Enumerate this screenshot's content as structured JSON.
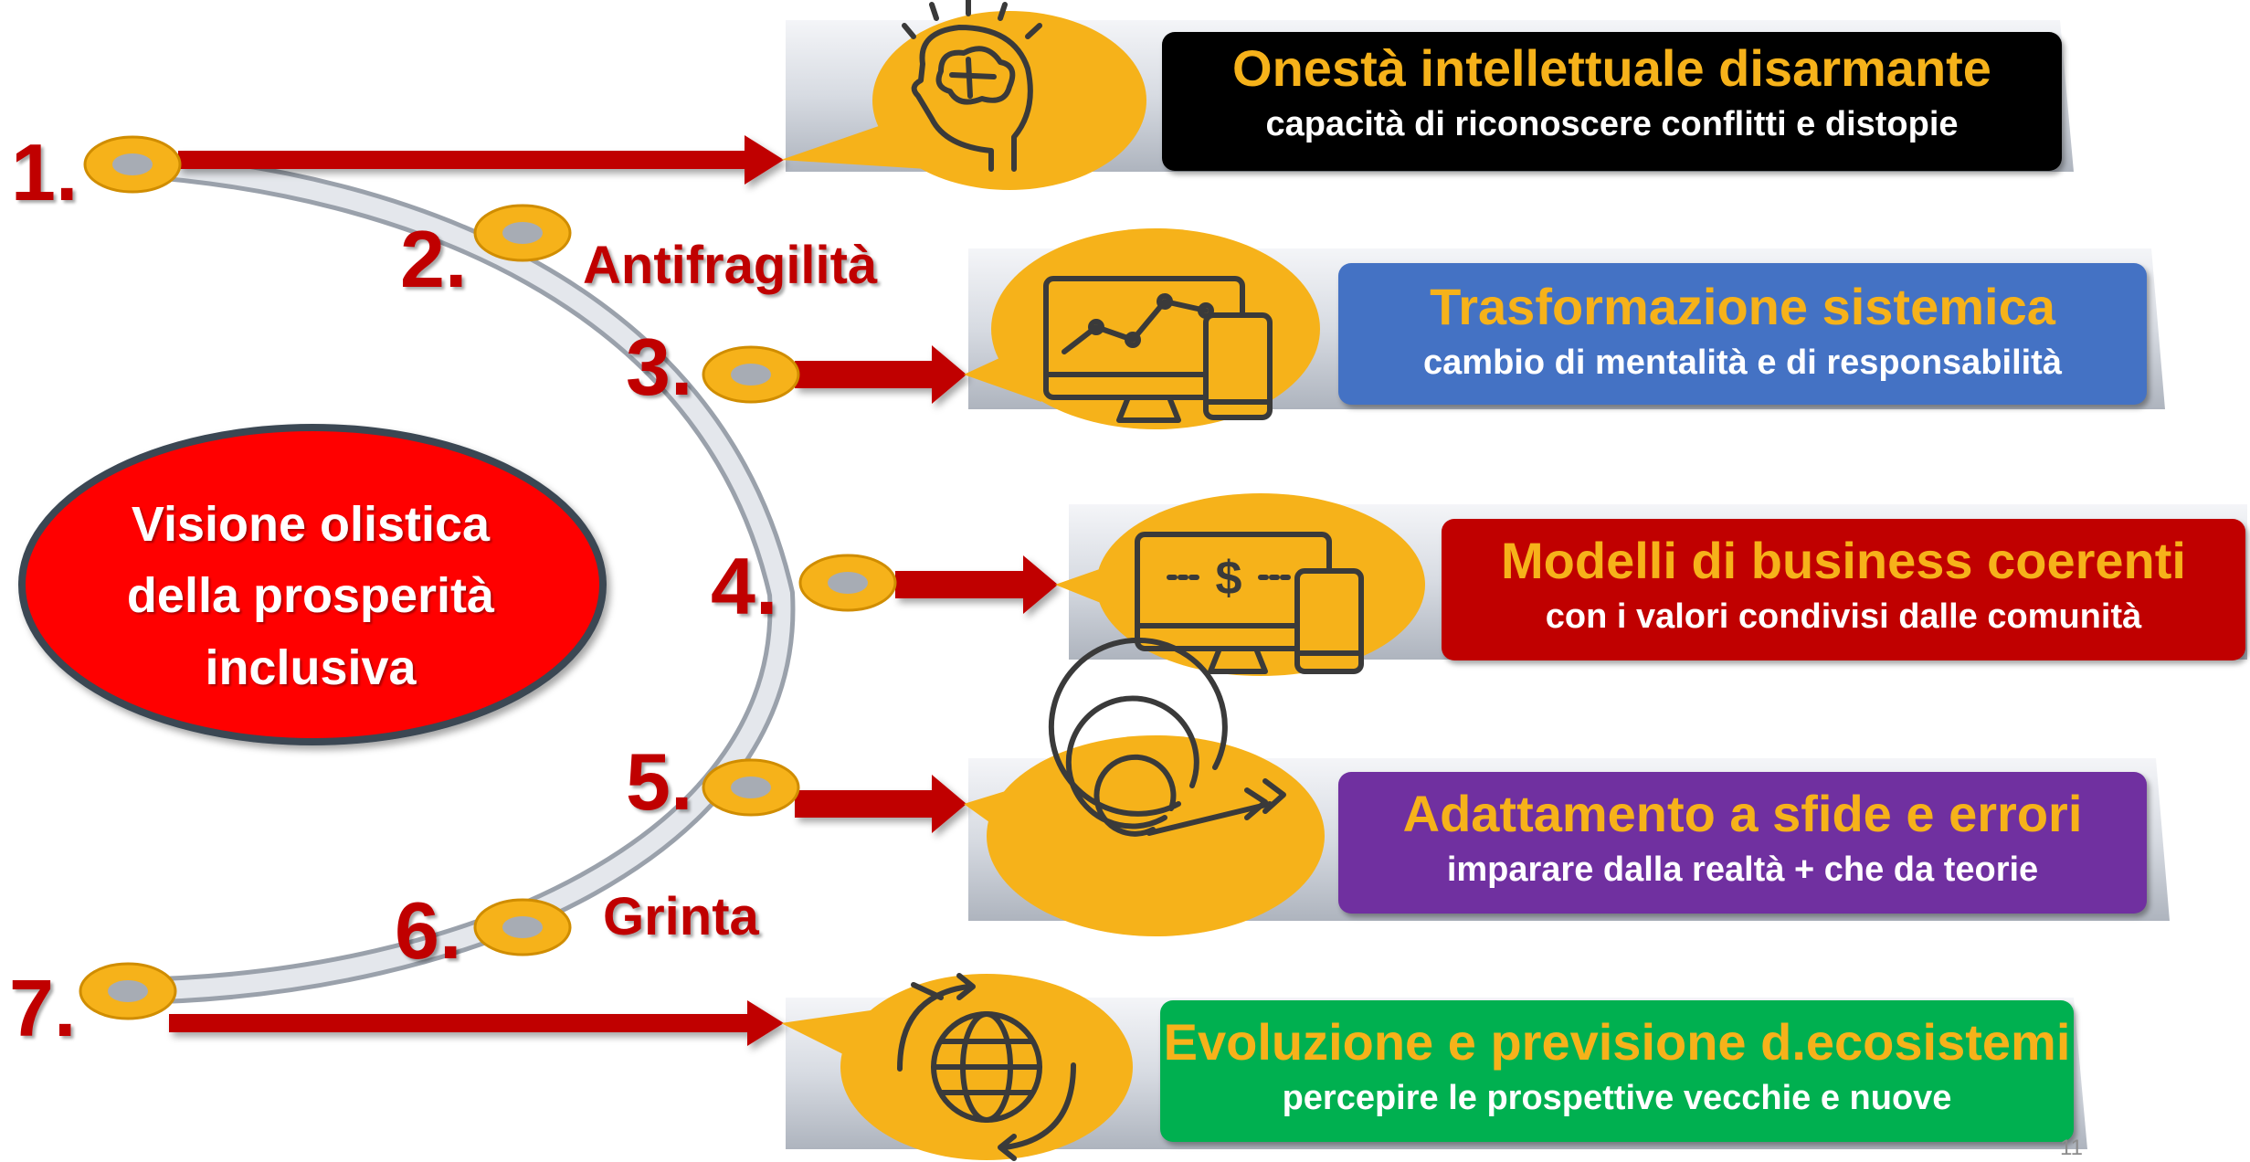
{
  "center": {
    "line1": "Visione olistica",
    "line2": "della prosperità",
    "line3": "inclusiva"
  },
  "nodes": [
    {
      "number": "1."
    },
    {
      "number": "2.",
      "label": "Antifragilità"
    },
    {
      "number": "3."
    },
    {
      "number": "4."
    },
    {
      "number": "5."
    },
    {
      "number": "6.",
      "label": "Grinta"
    },
    {
      "number": "7."
    }
  ],
  "items": [
    {
      "title": "Onestà intellettuale disarmante",
      "subtitle": "capacità di riconoscere conflitti e distopie",
      "box_color": "#000000",
      "icon": "brain-head-icon"
    },
    {
      "title": "Trasformazione sistemica",
      "subtitle": "cambio di mentalità e di responsabilità",
      "box_color": "#4472c4",
      "icon": "monitor-chart-icon"
    },
    {
      "title": "Modelli di business coerenti",
      "subtitle": "con i valori condivisi dalle comunità",
      "box_color": "#c00000",
      "icon": "monitor-dollar-icon"
    },
    {
      "title": "Adattamento a sfide e errori",
      "subtitle": "imparare dalla realtà + che da teorie",
      "box_color": "#7030a0",
      "icon": "target-arrow-icon"
    },
    {
      "title": "Evoluzione e previsione d.ecosistemi",
      "subtitle": "percepire le prospettive vecchie e nuove",
      "box_color": "#00b050",
      "icon": "globe-cycle-icon"
    }
  ],
  "colors": {
    "accent_orange": "#f6b21a",
    "arrow_red": "#c00000",
    "ellipse_red": "#ff0000",
    "track_grey": "#d9dde3"
  },
  "page_number": "11"
}
